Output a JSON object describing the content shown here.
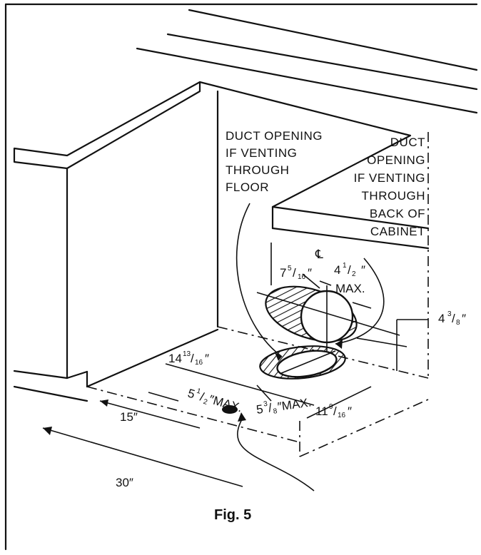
{
  "figure": {
    "caption": "Fig. 5",
    "labels": {
      "floor_opening": [
        "DUCT OPENING",
        "IF VENTING",
        "THROUGH",
        "FLOOR"
      ],
      "back_opening": [
        "DUCT",
        "OPENING",
        "IF VENTING",
        "THROUGH",
        "BACK OF",
        "CABINET"
      ],
      "centerline_symbol": "℄"
    },
    "dimensions": {
      "d_7_5_16": {
        "whole": "7",
        "num": "5",
        "den": "16",
        "mark": "″"
      },
      "d_4_1_2": {
        "whole": "4",
        "num": "1",
        "den": "2",
        "mark": "″"
      },
      "max_back": "MAX.",
      "d_4_3_8": {
        "whole": "4",
        "num": "3",
        "den": "8",
        "mark": "″"
      },
      "d_14_13_16": {
        "whole": "14",
        "num": "13",
        "den": "16",
        "mark": "″"
      },
      "d_5_1_2_max": {
        "whole": "5",
        "num": "1",
        "den": "2",
        "mark": "″MAX."
      },
      "d_5_3_8_max": {
        "whole": "5",
        "num": "3",
        "den": "8",
        "mark": "″MAX."
      },
      "d_11_9_16": {
        "whole": "11",
        "num": "9",
        "den": "16",
        "mark": "″"
      },
      "d_15": "15″",
      "d_30": "30″"
    }
  }
}
